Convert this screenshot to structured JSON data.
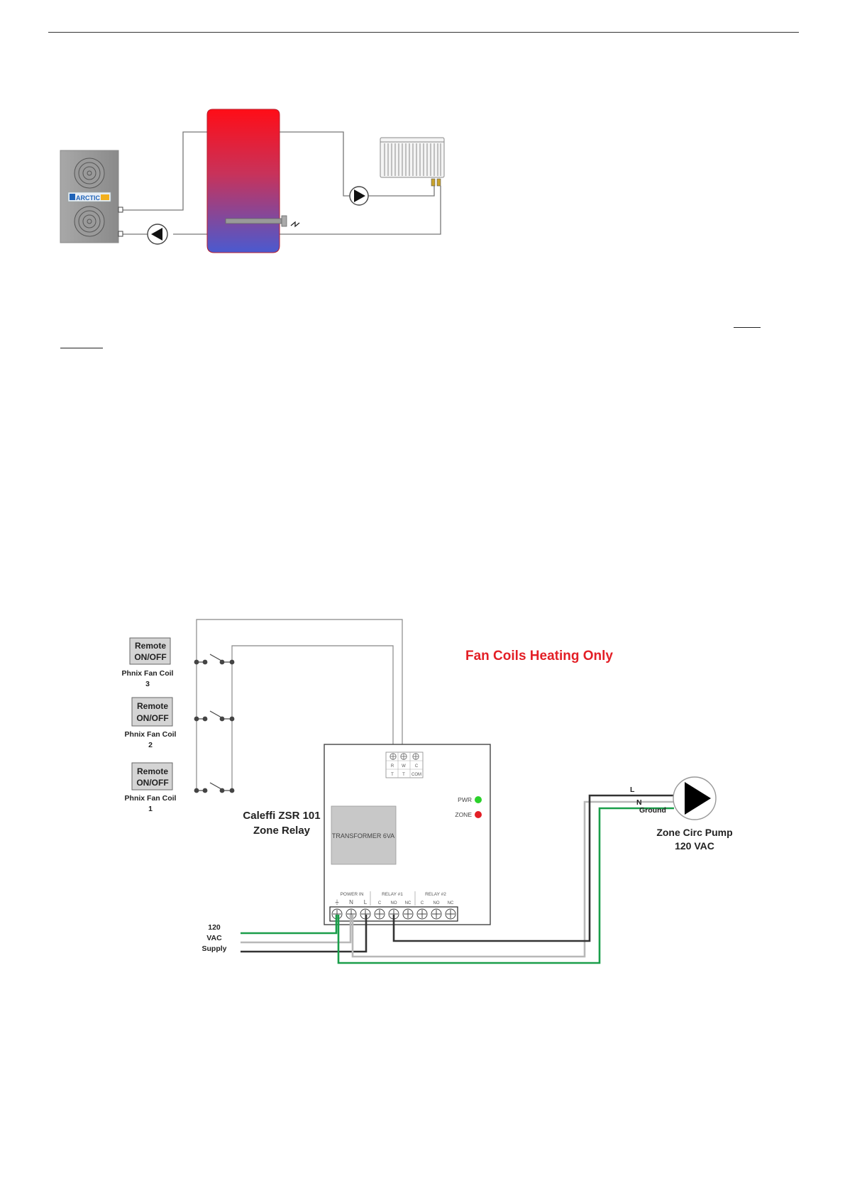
{
  "top_diagram": {
    "heat_pump_brand": "ARCTIC"
  },
  "wiring_diagram": {
    "title": "Fan Coils Heating Only",
    "title_color": "#e31f26",
    "switches": [
      {
        "button": [
          "Remote",
          "ON/OFF"
        ],
        "label": [
          "Phnix Fan Coil",
          "3"
        ]
      },
      {
        "button": [
          "Remote",
          "ON/OFF"
        ],
        "label": [
          "Phnix Fan Coil",
          "2"
        ]
      },
      {
        "button": [
          "Remote",
          "ON/OFF"
        ],
        "label": [
          "Phnix Fan Coil",
          "1"
        ]
      }
    ],
    "relay_name": [
      "Caleffi ZSR 101",
      "Zone Relay"
    ],
    "transformer_label": "TRANSFORMER 6VA",
    "indicators": {
      "pwr": "PWR",
      "zone": "ZONE",
      "pwr_color": "#2bd12b",
      "zone_color": "#e31f26"
    },
    "top_terminals": {
      "row1": [
        "R",
        "W",
        "C"
      ],
      "row2": [
        "T",
        "T",
        "COM"
      ]
    },
    "bottom_groups": {
      "power_in": "POWER IN",
      "relay1": "RELAY #1",
      "relay2": "RELAY #2"
    },
    "bottom_terminals": [
      "⏚",
      "N",
      "L",
      "C",
      "NO",
      "NC",
      "C",
      "NO",
      "NC"
    ],
    "supply_label": [
      "120",
      "VAC",
      "Supply"
    ],
    "pump_wires": {
      "l": "L",
      "n": "N",
      "ground": "Ground"
    },
    "pump_label": [
      "Zone Circ Pump",
      "120 VAC"
    ],
    "wire_colors": {
      "ground": "#1a9e4a",
      "neutral": "#b8b8b8",
      "line": "#333333"
    }
  }
}
